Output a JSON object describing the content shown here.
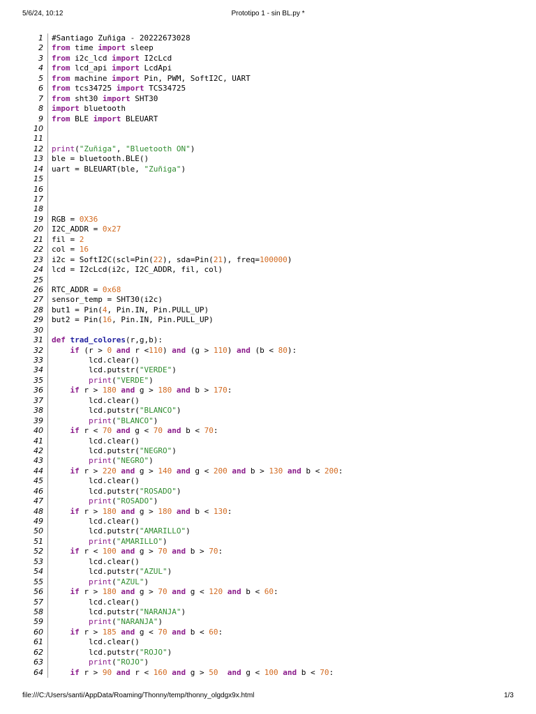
{
  "header": {
    "datetime": "5/6/24, 10:12",
    "title": "Prototipo 1 - sin BL.py *"
  },
  "footer": {
    "path": "file:///C:/Users/santi/AppData/Roaming/Thonny/temp/thonny_olgdgx9x.html",
    "page": "1/3"
  },
  "colors": {
    "keyword": "#8a1a8a",
    "string": "#2e8b2e",
    "number": "#d2691e",
    "function_name": "#1f1f9f"
  },
  "code_lines": [
    {
      "n": "1",
      "t": "#Santiago Zuñiga - 20222673028"
    },
    {
      "n": "2",
      "t": "from time import sleep"
    },
    {
      "n": "3",
      "t": "from i2c_lcd import I2cLcd"
    },
    {
      "n": "4",
      "t": "from lcd_api import LcdApi"
    },
    {
      "n": "5",
      "t": "from machine import Pin, PWM, SoftI2C, UART"
    },
    {
      "n": "6",
      "t": "from tcs34725 import TCS34725"
    },
    {
      "n": "7",
      "t": "from sht30 import SHT30"
    },
    {
      "n": "8",
      "t": "import bluetooth"
    },
    {
      "n": "9",
      "t": "from BLE import BLEUART"
    },
    {
      "n": "10",
      "t": ""
    },
    {
      "n": "11",
      "t": ""
    },
    {
      "n": "12",
      "t": "print(\"Zuñiga\", \"Bluetooth ON\")"
    },
    {
      "n": "13",
      "t": "ble = bluetooth.BLE()"
    },
    {
      "n": "14",
      "t": "uart = BLEUART(ble, \"Zuñiga\")"
    },
    {
      "n": "15",
      "t": ""
    },
    {
      "n": "16",
      "t": ""
    },
    {
      "n": "17",
      "t": ""
    },
    {
      "n": "18",
      "t": ""
    },
    {
      "n": "19",
      "t": "RGB = 0X36"
    },
    {
      "n": "20",
      "t": "I2C_ADDR = 0x27"
    },
    {
      "n": "21",
      "t": "fil = 2"
    },
    {
      "n": "22",
      "t": "col = 16"
    },
    {
      "n": "23",
      "t": "i2c = SoftI2C(scl=Pin(22), sda=Pin(21), freq=100000)"
    },
    {
      "n": "24",
      "t": "lcd = I2cLcd(i2c, I2C_ADDR, fil, col)"
    },
    {
      "n": "25",
      "t": ""
    },
    {
      "n": "26",
      "t": "RTC_ADDR = 0x68"
    },
    {
      "n": "27",
      "t": "sensor_temp = SHT30(i2c)"
    },
    {
      "n": "28",
      "t": "but1 = Pin(4, Pin.IN, Pin.PULL_UP)"
    },
    {
      "n": "29",
      "t": "but2 = Pin(16, Pin.IN, Pin.PULL_UP)"
    },
    {
      "n": "30",
      "t": ""
    },
    {
      "n": "31",
      "t": "def trad_colores(r,g,b):"
    },
    {
      "n": "32",
      "t": "    if (r > 0 and r <110) and (g > 110) and (b < 80):"
    },
    {
      "n": "33",
      "t": "        lcd.clear()"
    },
    {
      "n": "34",
      "t": "        lcd.putstr(\"VERDE\")"
    },
    {
      "n": "35",
      "t": "        print(\"VERDE\")"
    },
    {
      "n": "36",
      "t": "    if r > 180 and g > 180 and b > 170:"
    },
    {
      "n": "37",
      "t": "        lcd.clear()"
    },
    {
      "n": "38",
      "t": "        lcd.putstr(\"BLANCO\")"
    },
    {
      "n": "39",
      "t": "        print(\"BLANCO\")"
    },
    {
      "n": "40",
      "t": "    if r < 70 and g < 70 and b < 70:"
    },
    {
      "n": "41",
      "t": "        lcd.clear()"
    },
    {
      "n": "42",
      "t": "        lcd.putstr(\"NEGRO\")"
    },
    {
      "n": "43",
      "t": "        print(\"NEGRO\")"
    },
    {
      "n": "44",
      "t": "    if r > 220 and g > 140 and g < 200 and b > 130 and b < 200:"
    },
    {
      "n": "45",
      "t": "        lcd.clear()"
    },
    {
      "n": "46",
      "t": "        lcd.putstr(\"ROSADO\")"
    },
    {
      "n": "47",
      "t": "        print(\"ROSADO\")"
    },
    {
      "n": "48",
      "t": "    if r > 180 and g > 180 and b < 130:"
    },
    {
      "n": "49",
      "t": "        lcd.clear()"
    },
    {
      "n": "50",
      "t": "        lcd.putstr(\"AMARILLO\")"
    },
    {
      "n": "51",
      "t": "        print(\"AMARILLO\")"
    },
    {
      "n": "52",
      "t": "    if r < 100 and g > 70 and b > 70:"
    },
    {
      "n": "53",
      "t": "        lcd.clear()"
    },
    {
      "n": "54",
      "t": "        lcd.putstr(\"AZUL\")"
    },
    {
      "n": "55",
      "t": "        print(\"AZUL\")"
    },
    {
      "n": "56",
      "t": "    if r > 180 and g > 70 and g < 120 and b < 60:"
    },
    {
      "n": "57",
      "t": "        lcd.clear()"
    },
    {
      "n": "58",
      "t": "        lcd.putstr(\"NARANJA\")"
    },
    {
      "n": "59",
      "t": "        print(\"NARANJA\")"
    },
    {
      "n": "60",
      "t": "    if r > 185 and g < 70 and b < 60:"
    },
    {
      "n": "61",
      "t": "        lcd.clear()"
    },
    {
      "n": "62",
      "t": "        lcd.putstr(\"ROJO\")"
    },
    {
      "n": "63",
      "t": "        print(\"ROJO\")"
    },
    {
      "n": "64",
      "t": "    if r > 90 and r < 160 and g > 50  and g < 100 and b < 70:"
    }
  ]
}
